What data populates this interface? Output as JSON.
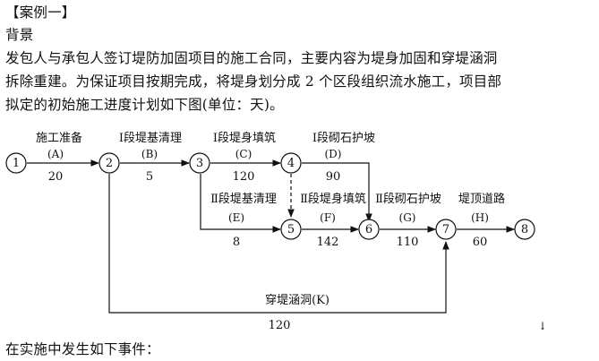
{
  "document": {
    "case_title": "【案例一】",
    "background_heading": "背景",
    "paragraph_lines": [
      "发包人与承包人签订堤防加固项目的施工合同，主要内容为堤身加固和穿堤涵洞",
      "拆除重建。为保证项目按期完成，将堤身划分成 2 个区段组织流水施工，项目部",
      "拟定的初始施工进度计划如下图(单位：天)。"
    ],
    "events_intro": "在实施中发生如下事件：",
    "return_mark": "↓"
  },
  "network": {
    "nodes": [
      {
        "id": "1",
        "label": "1"
      },
      {
        "id": "2",
        "label": "2"
      },
      {
        "id": "3",
        "label": "3"
      },
      {
        "id": "4",
        "label": "4"
      },
      {
        "id": "5",
        "label": "5"
      },
      {
        "id": "6",
        "label": "6"
      },
      {
        "id": "7",
        "label": "7"
      },
      {
        "id": "8",
        "label": "8"
      }
    ],
    "activities": [
      {
        "key": "A",
        "from": "1",
        "to": "2",
        "name": "施工准备",
        "code": "(A)",
        "duration": "20"
      },
      {
        "key": "B",
        "from": "2",
        "to": "3",
        "name": "Ⅰ段堤基清理",
        "code": "(B)",
        "duration": "5"
      },
      {
        "key": "C",
        "from": "3",
        "to": "4",
        "name": "Ⅰ段堤身填筑",
        "code": "(C)",
        "duration": "120"
      },
      {
        "key": "D",
        "from": "4",
        "to": "6",
        "name": "Ⅰ段砌石护坡",
        "code": "(D)",
        "duration": "90"
      },
      {
        "key": "E",
        "from": "3",
        "to": "5",
        "name": "Ⅱ段堤基清理",
        "code": "(E)",
        "duration": "8"
      },
      {
        "key": "F",
        "from": "5",
        "to": "6",
        "name": "Ⅱ段堤身填筑",
        "code": "(F)",
        "duration": "142"
      },
      {
        "key": "G",
        "from": "6",
        "to": "7",
        "name": "Ⅱ段砌石护坡",
        "code": "(G)",
        "duration": "110"
      },
      {
        "key": "H",
        "from": "7",
        "to": "8",
        "name": "堤顶道路",
        "code": "(H)",
        "duration": "60"
      },
      {
        "key": "K",
        "from": "2",
        "to": "7",
        "name": "穿堤涵洞(K)",
        "code": "",
        "duration": "120"
      }
    ],
    "dummy": {
      "from": "4",
      "to": "5"
    }
  }
}
